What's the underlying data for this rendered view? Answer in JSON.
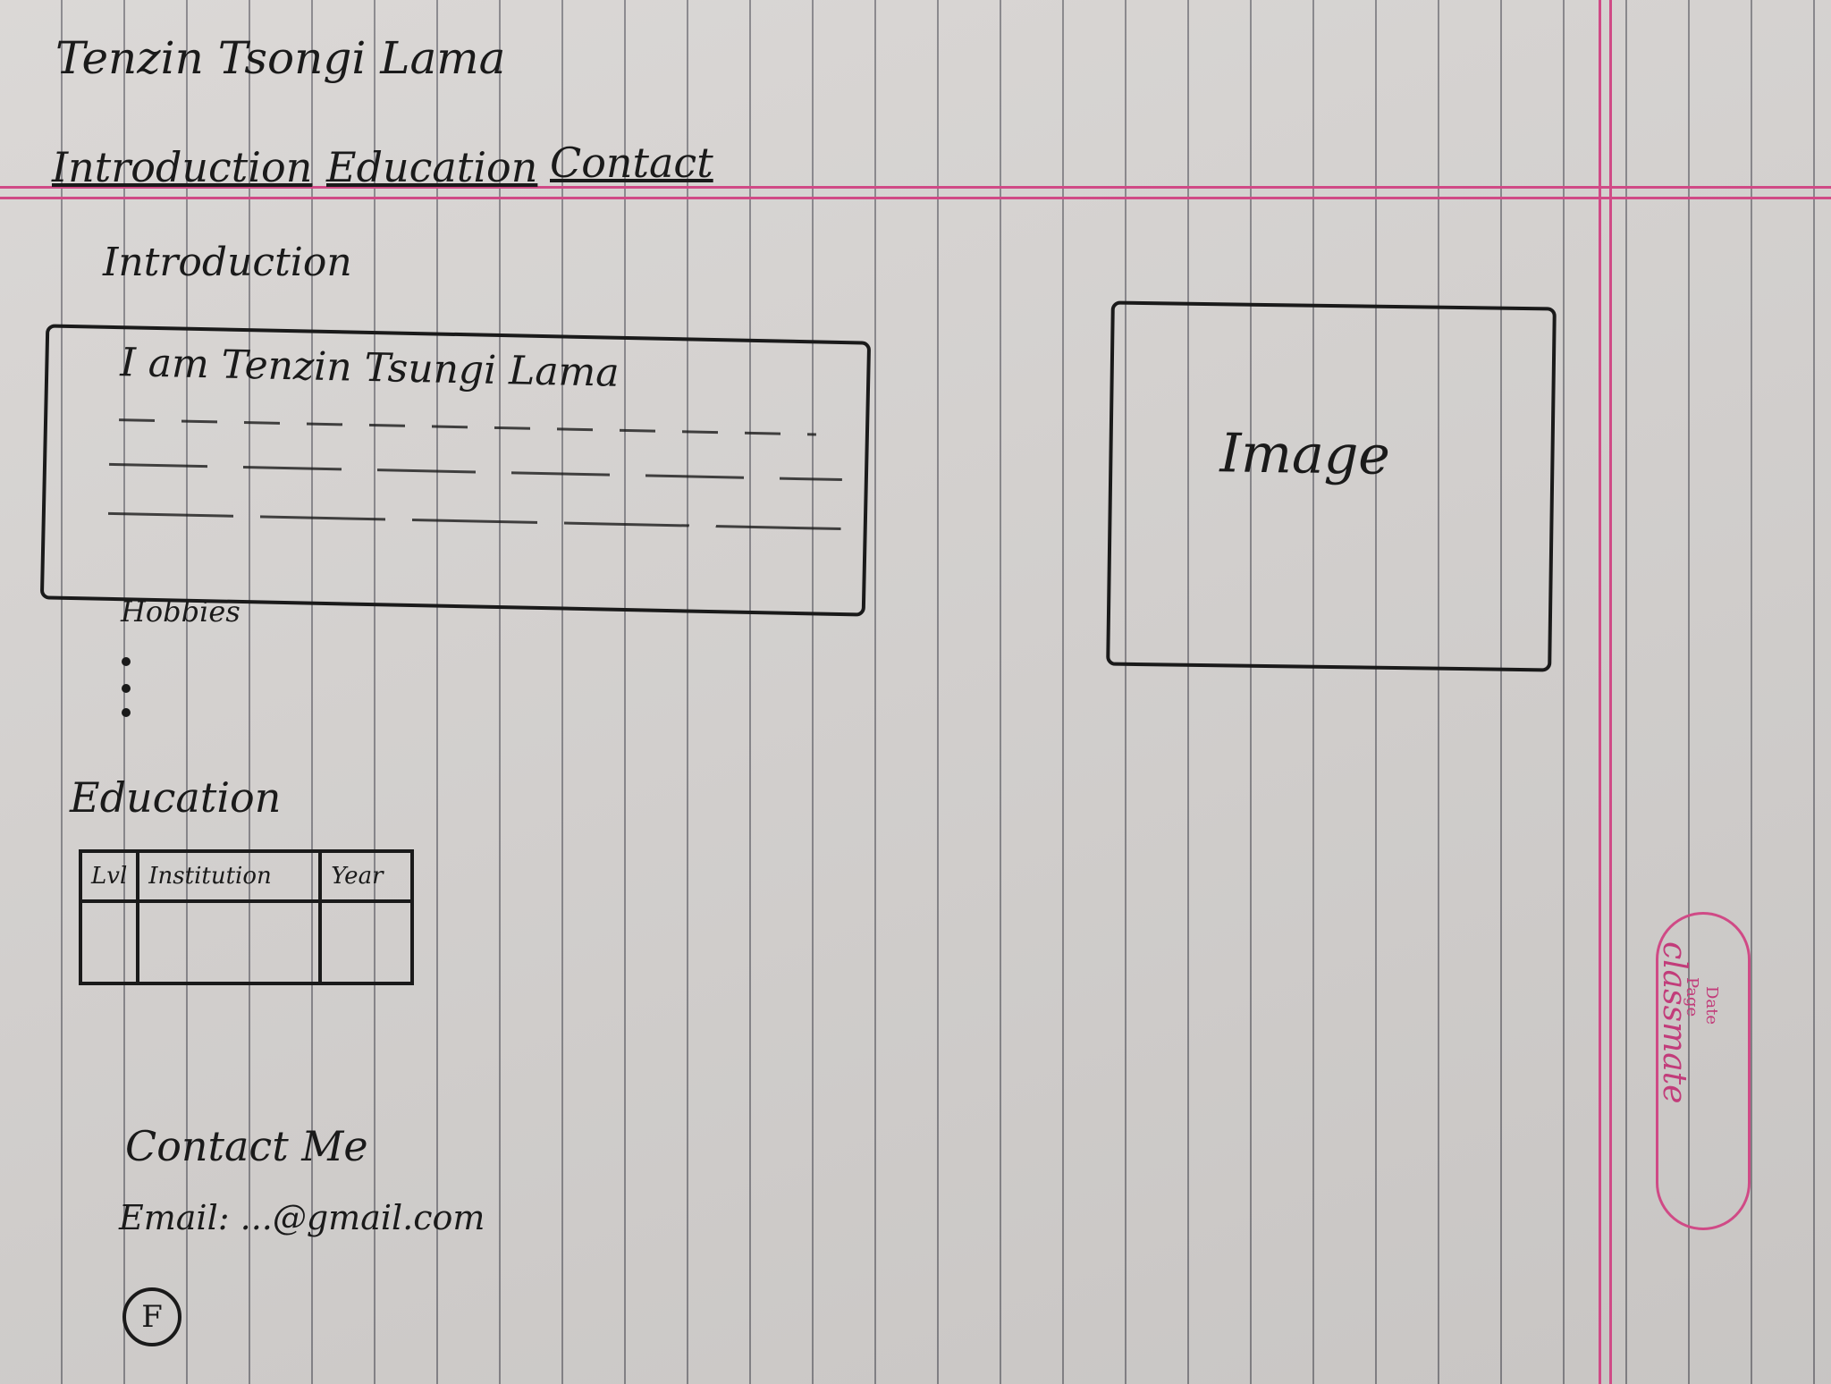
{
  "site": {
    "name": "Tenzin Tsongi Lama"
  },
  "nav": {
    "items": [
      {
        "label": "Introduction"
      },
      {
        "label": "Education"
      },
      {
        "label": "Contact"
      }
    ]
  },
  "introduction": {
    "heading": "Introduction",
    "text": "I am Tenzin Tsungi Lama",
    "hobbies_label": "Hobbies",
    "image_label": "Image"
  },
  "education": {
    "heading": "Education",
    "table_headers": [
      "Lvl",
      "Institution",
      "Year"
    ]
  },
  "contact": {
    "heading": "Contact Me",
    "email": "Email: ...@gmail.com",
    "social_icon_label": "F"
  },
  "notebook_badge": {
    "brand": "classmate",
    "date_label": "Date",
    "page_label": "Page"
  },
  "colors": {
    "ink": "#1a1a1a",
    "margin_line": "#d04a86",
    "paper": "#d9d6d4"
  }
}
